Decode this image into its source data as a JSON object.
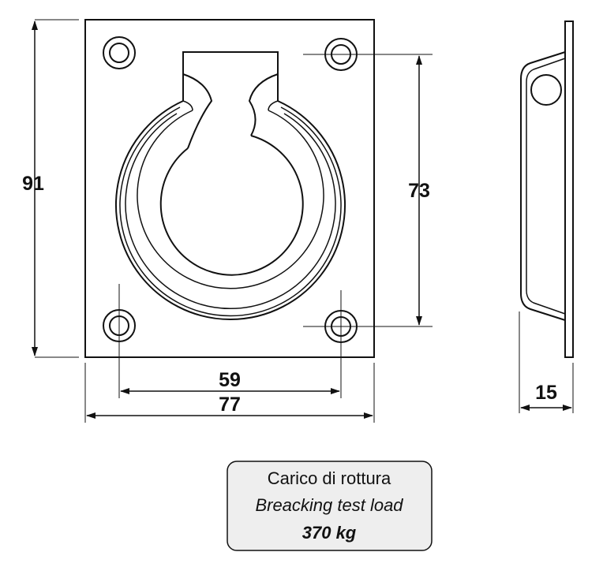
{
  "dimensions": {
    "height": "91",
    "hole_vertical_spacing": "73",
    "hole_horizontal_spacing": "59",
    "width": "77",
    "depth": "15"
  },
  "info_box": {
    "line1": "Carico di rottura",
    "line2": "Breacking test load",
    "line3": "370 kg"
  },
  "colors": {
    "line": "#111111",
    "box_fill": "#eeeeee"
  }
}
